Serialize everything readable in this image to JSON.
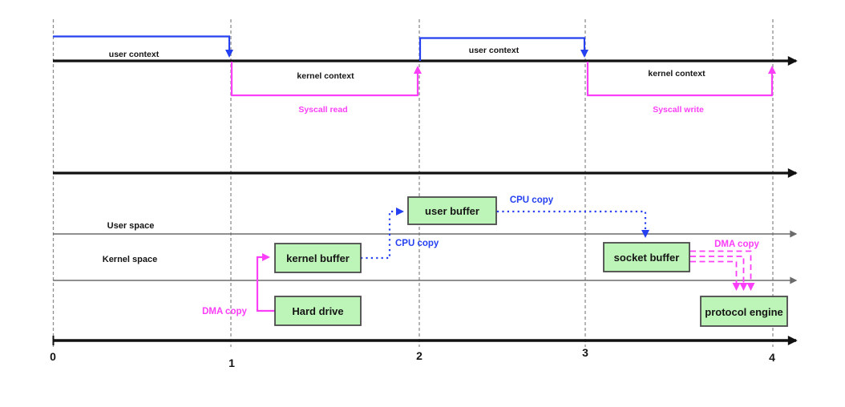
{
  "colors": {
    "background": "#ffffff",
    "context_blue": "#2540f0",
    "syscall_magenta": "#fb3ef8",
    "buffer_fill_green": "#bdf4b7",
    "buffer_border": "#4a4a4a",
    "timeline_black": "#101010",
    "space_line_gray": "#6b6b6b",
    "gridline_gray": "#8f8f8f"
  },
  "context_track": {
    "user_context_1": "user context",
    "kernel_context_1": "kernel context",
    "syscall_read_label": "Syscall read",
    "user_context_2": "user context",
    "kernel_context_2": "kernel context",
    "syscall_write_label": "Syscall write"
  },
  "spaces": {
    "user_space_label": "User space",
    "kernel_space_label": "Kernel space"
  },
  "boxes": {
    "user_buffer": "user buffer",
    "kernel_buffer": "kernel buffer",
    "hard_drive": "Hard drive",
    "socket_buffer": "socket buffer",
    "protocol_engine": "protocol engine"
  },
  "copies": {
    "cpu_copy_1": "CPU copy",
    "cpu_copy_2": "CPU copy",
    "dma_copy_1": "DMA copy",
    "dma_copy_2": "DMA copy"
  },
  "axis": {
    "tick_0": "0",
    "tick_1": "1",
    "tick_2": "2",
    "tick_3": "3",
    "tick_4": "4"
  }
}
